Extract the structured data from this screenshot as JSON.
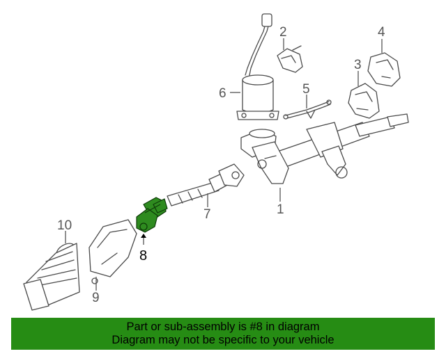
{
  "callouts": [
    "1",
    "2",
    "3",
    "4",
    "5",
    "6",
    "7",
    "8",
    "9",
    "10"
  ],
  "highlighted_part": "8",
  "highlight_color": "#268c14",
  "banner": {
    "line1": "Part or sub-assembly is #8 in diagram",
    "line2": "Diagram may not be specific to your vehicle"
  }
}
